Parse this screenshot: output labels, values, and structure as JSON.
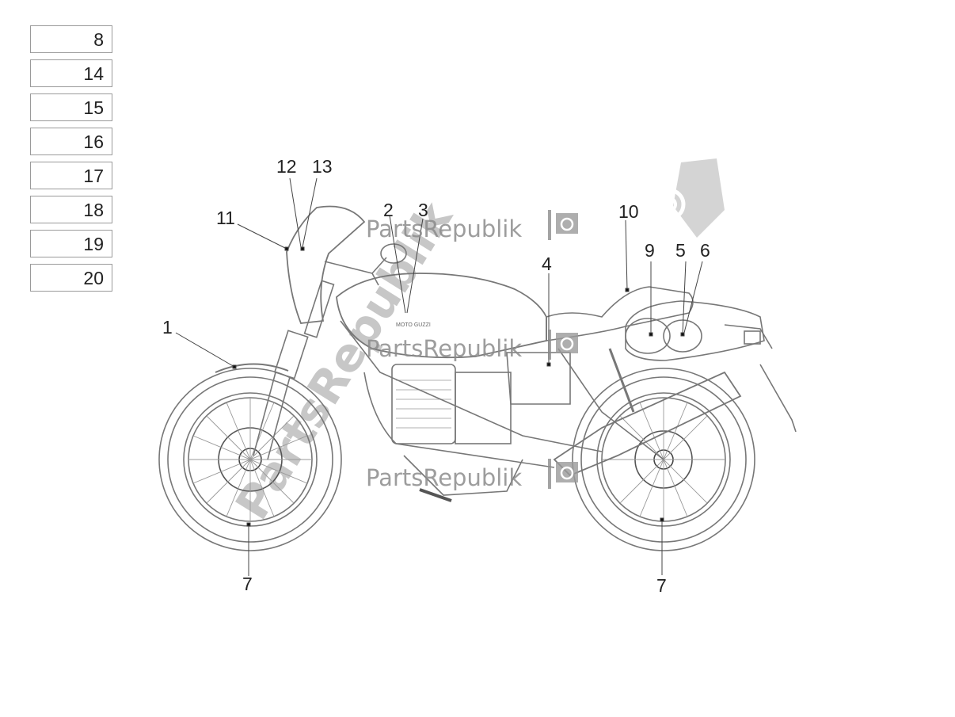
{
  "legend": {
    "items": [
      "8",
      "14",
      "15",
      "16",
      "17",
      "18",
      "19",
      "20"
    ]
  },
  "callouts": {
    "c1": "1",
    "c2": "2",
    "c3": "3",
    "c4": "4",
    "c5": "5",
    "c6": "6",
    "c7a": "7",
    "c7b": "7",
    "c9": "9",
    "c10": "10",
    "c11": "11",
    "c12": "12",
    "c13": "13"
  },
  "tank_logo": "MOTO GUZZI",
  "watermark": {
    "brand": "PartsRepublik",
    "diagonal": "PartsRepublik",
    "icon": "gear-icon"
  },
  "colors": {
    "line": "#777777",
    "watermark": "#8c8c8c"
  }
}
